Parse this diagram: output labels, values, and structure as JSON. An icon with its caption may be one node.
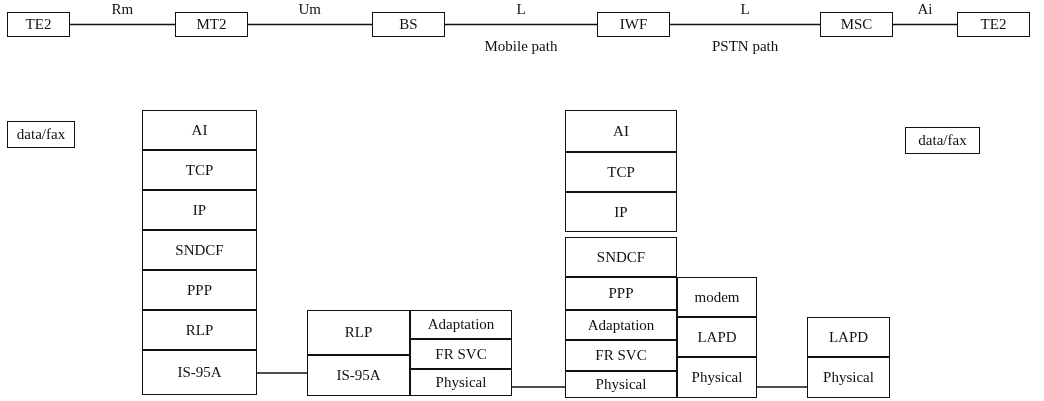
{
  "diagram": {
    "nodes": [
      {
        "text": [
          "TE2"
        ]
      },
      {
        "text": [
          "MT2"
        ]
      },
      {
        "text": [
          "BS"
        ]
      },
      {
        "text": [
          "IWF"
        ]
      },
      {
        "text": [
          "MSC"
        ]
      },
      {
        "text": [
          "TE2"
        ]
      },
      {
        "text": [
          "data/fax"
        ]
      },
      {
        "text": [
          "AI"
        ]
      },
      {
        "text": [
          "TCP"
        ]
      },
      {
        "text": [
          "IP"
        ]
      },
      {
        "text": [
          "SNDCF"
        ]
      },
      {
        "text": [
          "PPP"
        ]
      },
      {
        "text": [
          "RLP"
        ]
      },
      {
        "text": [
          "IS-95A"
        ]
      },
      {
        "text": [
          "RLP"
        ]
      },
      {
        "text": [
          "IS-95A"
        ]
      },
      {
        "text": [
          "Adaptation"
        ]
      },
      {
        "text": [
          "FR SVC"
        ]
      },
      {
        "text": [
          "Physical"
        ]
      },
      {
        "text": [
          "AI"
        ]
      },
      {
        "text": [
          "TCP"
        ]
      },
      {
        "text": [
          "IP"
        ]
      },
      {
        "text": [
          "SNDCF"
        ]
      },
      {
        "text": [
          "PPP"
        ]
      },
      {
        "text": [
          "Adaptation"
        ]
      },
      {
        "text": [
          "FR SVC"
        ]
      },
      {
        "text": [
          "Physical"
        ]
      },
      {
        "text": [
          "modem"
        ]
      },
      {
        "text": [
          "LAPD"
        ]
      },
      {
        "text": [
          "Physical"
        ]
      },
      {
        "text": [
          "LAPD"
        ]
      },
      {
        "text": [
          "Physical"
        ]
      },
      {
        "text": [
          "data/fax"
        ]
      }
    ],
    "edges": [
      {
        "from": 0,
        "to": 1,
        "arrow": "none",
        "label": "Rm"
      },
      {
        "from": 1,
        "to": 2,
        "arrow": "none",
        "label": "Um"
      },
      {
        "from": 2,
        "to": 3,
        "arrow": "none",
        "label": "L"
      },
      {
        "from": 3,
        "to": 4,
        "arrow": "none",
        "label": "L"
      },
      {
        "from": 4,
        "to": 5,
        "arrow": "none",
        "label": "Ai"
      },
      {
        "from": 13,
        "to": 15,
        "arrow": "none"
      },
      {
        "from": 18,
        "to": 26,
        "arrow": "none"
      },
      {
        "from": 29,
        "to": 31,
        "arrow": "none"
      }
    ],
    "labels": [
      "Mobile path",
      "PSTN path"
    ]
  }
}
